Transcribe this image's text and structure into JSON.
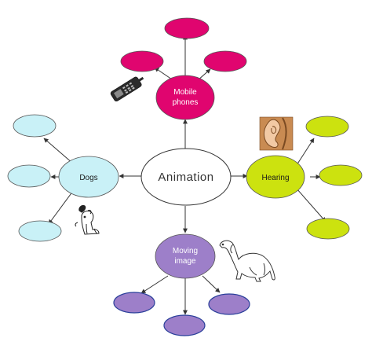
{
  "center": {
    "label": "Animation"
  },
  "nodes": {
    "mobile": {
      "label_line1": "Mobile",
      "label_line2": "phones",
      "color": "#e0056f"
    },
    "dogs": {
      "label": "Dogs",
      "color": "#c9f1f7"
    },
    "hearing": {
      "label": "Hearing",
      "color": "#cce20f"
    },
    "moving": {
      "label_line1": "Moving",
      "label_line2": "image",
      "color": "#9d7fc9"
    }
  },
  "icons": [
    "mobile-phone-icon",
    "ear-icon",
    "dog-icon",
    "dinosaur-icon"
  ]
}
